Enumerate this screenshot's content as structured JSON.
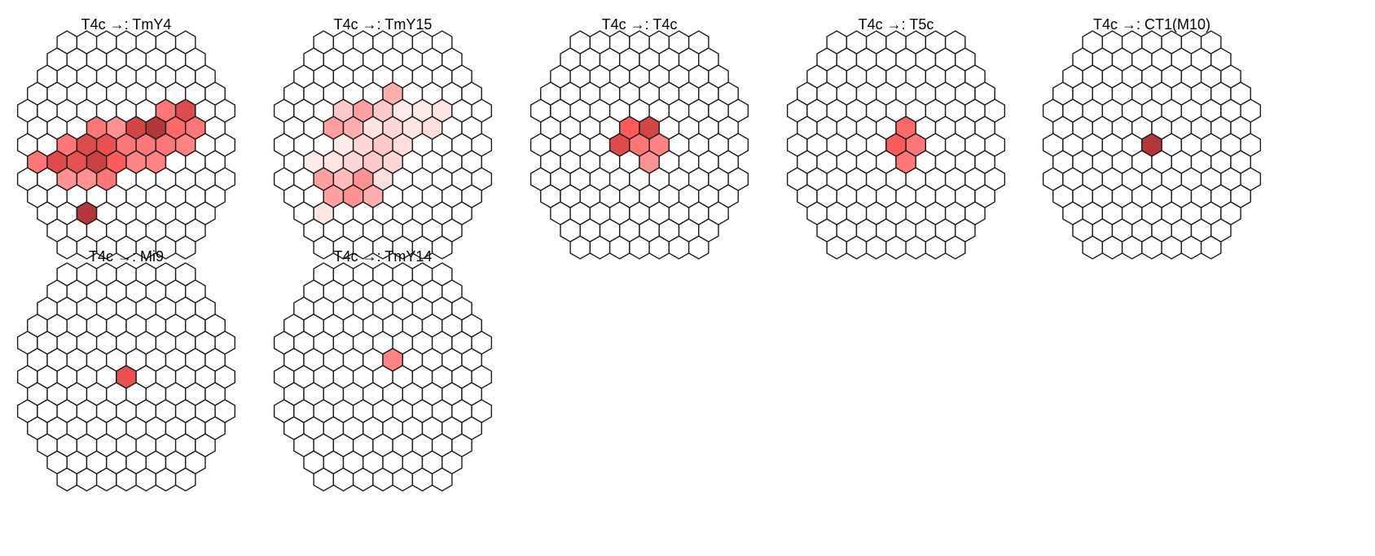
{
  "chart_data": {
    "type": "heatmap",
    "grid": "hexagonal",
    "colormap": {
      "low": "#ffffff",
      "mid": "#ff5a5a",
      "high": "#a83232"
    },
    "panels": [
      {
        "title": "T4c →: TmY4",
        "cells": [
          {
            "q": -5,
            "r": 1,
            "v": 0.5
          },
          {
            "q": -4,
            "r": 1,
            "v": 0.75
          },
          {
            "q": -4,
            "r": 2,
            "v": 0.4
          },
          {
            "q": -3,
            "r": 0,
            "v": 0.5
          },
          {
            "q": -3,
            "r": 1,
            "v": 0.7
          },
          {
            "q": -3,
            "r": 2,
            "v": 0.4
          },
          {
            "q": -2,
            "r": 0,
            "v": 0.75
          },
          {
            "q": -2,
            "r": 1,
            "v": 0.85
          },
          {
            "q": -2,
            "r": 2,
            "v": 0.5
          },
          {
            "q": -1,
            "r": -1,
            "v": 0.5
          },
          {
            "q": -1,
            "r": 0,
            "v": 0.7
          },
          {
            "q": -1,
            "r": 1,
            "v": 0.6
          },
          {
            "q": 0,
            "r": -1,
            "v": 0.4
          },
          {
            "q": 0,
            "r": 0,
            "v": 0.5
          },
          {
            "q": 0,
            "r": 1,
            "v": 0.45
          },
          {
            "q": 1,
            "r": -1,
            "v": 0.8
          },
          {
            "q": 1,
            "r": 0,
            "v": 0.5
          },
          {
            "q": 1,
            "r": 1,
            "v": 0.45
          },
          {
            "q": 2,
            "r": -1,
            "v": 0.95
          },
          {
            "q": 2,
            "r": 0,
            "v": 0.5
          },
          {
            "q": 3,
            "r": -2,
            "v": 0.5
          },
          {
            "q": 3,
            "r": -1,
            "v": 0.55
          },
          {
            "q": 3,
            "r": 0,
            "v": 0.45
          },
          {
            "q": 4,
            "r": -2,
            "v": 0.75
          },
          {
            "q": 4,
            "r": -1,
            "v": 0.5
          },
          {
            "q": -4,
            "r": 4,
            "v": 0.95
          }
        ]
      },
      {
        "title": "T4c →: TmY15",
        "cells": [
          {
            "q": -5,
            "r": 4,
            "v": 0.1
          },
          {
            "q": -4,
            "r": 3,
            "v": 0.35
          },
          {
            "q": -4,
            "r": 2,
            "v": 0.35
          },
          {
            "q": -4,
            "r": 1,
            "v": 0.08
          },
          {
            "q": -3,
            "r": 3,
            "v": 0.4
          },
          {
            "q": -3,
            "r": 2,
            "v": 0.25
          },
          {
            "q": -3,
            "r": 1,
            "v": 0.1
          },
          {
            "q": -2,
            "r": 3,
            "v": 0.3
          },
          {
            "q": -2,
            "r": 2,
            "v": 0.4
          },
          {
            "q": -2,
            "r": 1,
            "v": 0.15
          },
          {
            "q": -2,
            "r": 0,
            "v": 0.08
          },
          {
            "q": -2,
            "r": -1,
            "v": 0.35
          },
          {
            "q": -1,
            "r": 2,
            "v": 0.12
          },
          {
            "q": -1,
            "r": 1,
            "v": 0.2
          },
          {
            "q": -1,
            "r": 0,
            "v": 0.15
          },
          {
            "q": -1,
            "r": -1,
            "v": 0.3
          },
          {
            "q": -1,
            "r": -2,
            "v": 0.2
          },
          {
            "q": 0,
            "r": 1,
            "v": 0.15
          },
          {
            "q": 0,
            "r": 0,
            "v": 0.2
          },
          {
            "q": 0,
            "r": -1,
            "v": 0.1
          },
          {
            "q": 0,
            "r": -2,
            "v": 0.35
          },
          {
            "q": 1,
            "r": 0,
            "v": 0.12
          },
          {
            "q": 1,
            "r": -1,
            "v": 0.15
          },
          {
            "q": 1,
            "r": -2,
            "v": 0.2
          },
          {
            "q": 2,
            "r": -1,
            "v": 0.1
          },
          {
            "q": 2,
            "r": -2,
            "v": 0.08
          },
          {
            "q": 2,
            "r": -3,
            "v": 0.3
          },
          {
            "q": 3,
            "r": -1,
            "v": 0.12
          },
          {
            "q": 3,
            "r": -2,
            "v": 0.08
          },
          {
            "q": 4,
            "r": -2,
            "v": 0.1
          }
        ]
      },
      {
        "title": "T4c →: T4c",
        "cells": [
          {
            "q": -1,
            "r": 0,
            "v": 0.75
          },
          {
            "q": 0,
            "r": 0,
            "v": 0.5
          },
          {
            "q": 0,
            "r": -1,
            "v": 0.6
          },
          {
            "q": 1,
            "r": -1,
            "v": 0.8
          },
          {
            "q": 0,
            "r": 1,
            "v": 0.4
          },
          {
            "q": 1,
            "r": 0,
            "v": 0.45
          }
        ]
      },
      {
        "title": "T4c →: T5c",
        "cells": [
          {
            "q": 0,
            "r": 0,
            "v": 0.6
          },
          {
            "q": 1,
            "r": -1,
            "v": 0.55
          },
          {
            "q": 1,
            "r": 0,
            "v": 0.5
          },
          {
            "q": 0,
            "r": 1,
            "v": 0.5
          }
        ]
      },
      {
        "title": "T4c →: CT1(M10)",
        "cells": [
          {
            "q": 0,
            "r": 0,
            "v": 0.95
          }
        ]
      },
      {
        "title": "T4c →: Mi9",
        "cells": [
          {
            "q": 0,
            "r": 0,
            "v": 0.7
          }
        ]
      },
      {
        "title": "T4c →: TmY14",
        "cells": [
          {
            "q": 1,
            "r": -1,
            "v": 0.45
          }
        ]
      }
    ]
  }
}
